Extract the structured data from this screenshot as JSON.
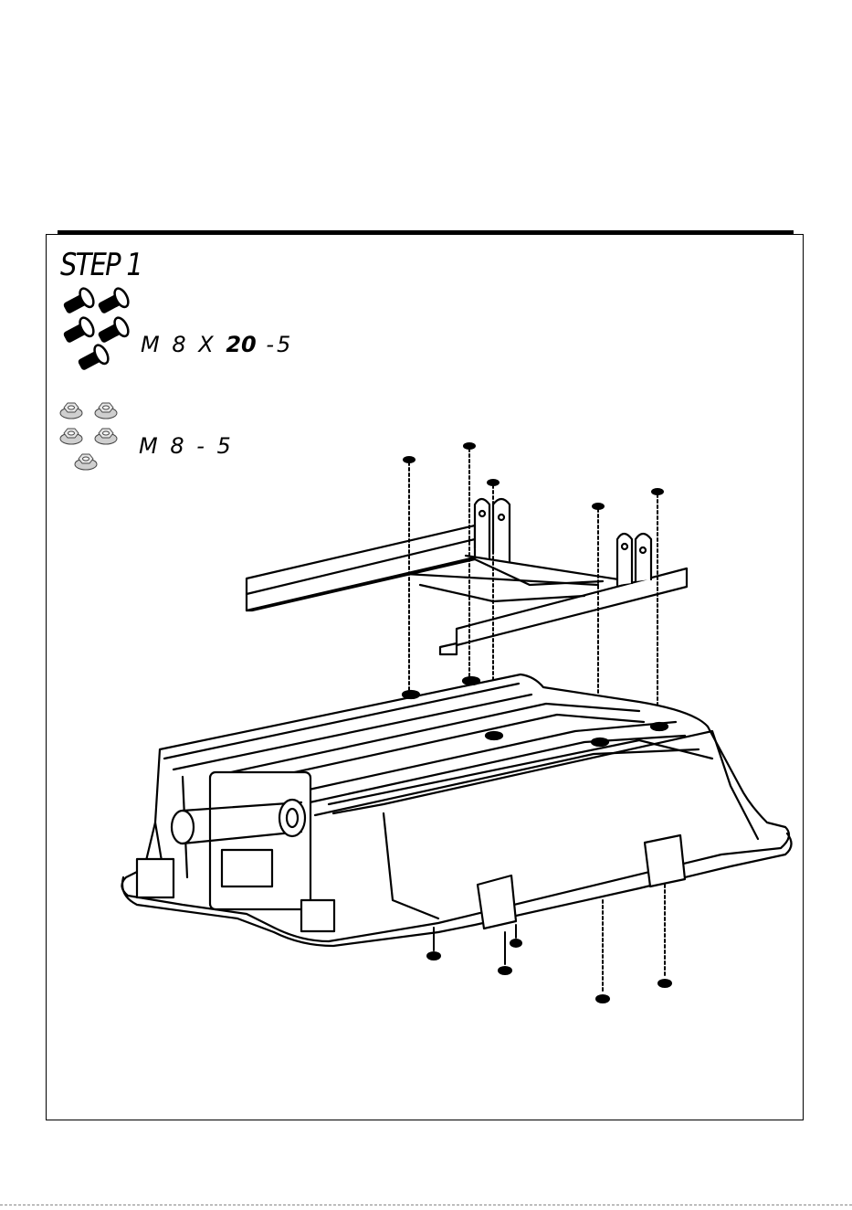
{
  "step": {
    "title": "STEP 1"
  },
  "parts": {
    "bolts": {
      "icon": "bolt-icon",
      "quantity": 5,
      "label_prefix": "M 8 X ",
      "label_length": "20",
      "label_suffix": " -5"
    },
    "nuts": {
      "icon": "flange-nut-icon",
      "quantity": 5,
      "label": "M 8 - 5"
    }
  },
  "colors": {
    "line": "#000000",
    "background": "#ffffff",
    "nut_fill": "#cfcfcf"
  }
}
